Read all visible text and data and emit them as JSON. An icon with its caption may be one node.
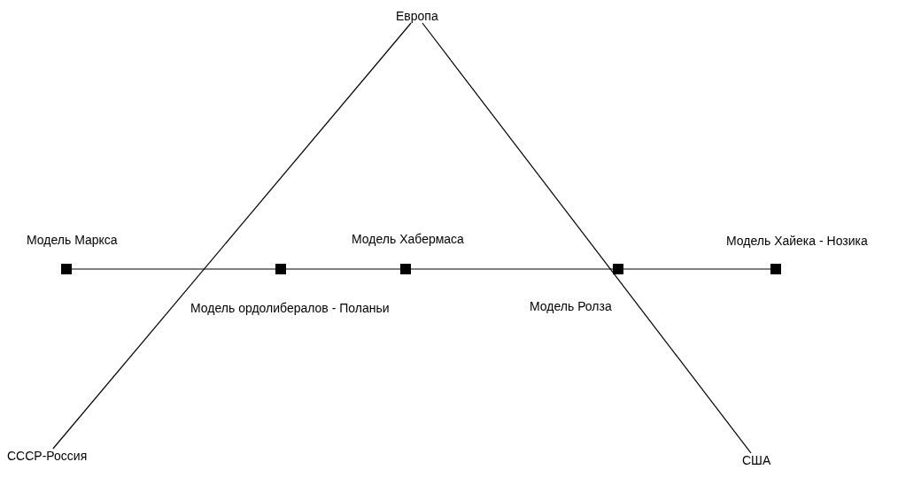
{
  "diagram": {
    "nodes": [
      {
        "text": [
          "Европа"
        ]
      },
      {
        "text": [],
        "shape": "box",
        "beside": [
          "Модель Маркса"
        ]
      },
      {
        "text": [],
        "shape": "box",
        "beside": [
          "Модель ордолибералов - Поланьи"
        ]
      },
      {
        "text": [],
        "shape": "box",
        "beside": [
          "Модель Хабермаса"
        ]
      },
      {
        "text": [],
        "shape": "box",
        "beside": [
          "Модель Ролза"
        ]
      },
      {
        "text": [],
        "shape": "box",
        "beside": [
          "Модель Хайека - Нозика"
        ]
      },
      {
        "text": [
          "СССР-Россия"
        ]
      },
      {
        "text": [
          "США"
        ]
      }
    ],
    "edges": [
      {
        "from": 6,
        "to": 0,
        "arrow": "none"
      },
      {
        "from": 0,
        "to": 7,
        "arrow": "none"
      },
      {
        "from": 1,
        "to": 2,
        "arrow": "none"
      },
      {
        "from": 2,
        "to": 3,
        "arrow": "none"
      },
      {
        "from": 3,
        "to": 4,
        "arrow": "none"
      },
      {
        "from": 4,
        "to": 5,
        "arrow": "none"
      }
    ]
  }
}
